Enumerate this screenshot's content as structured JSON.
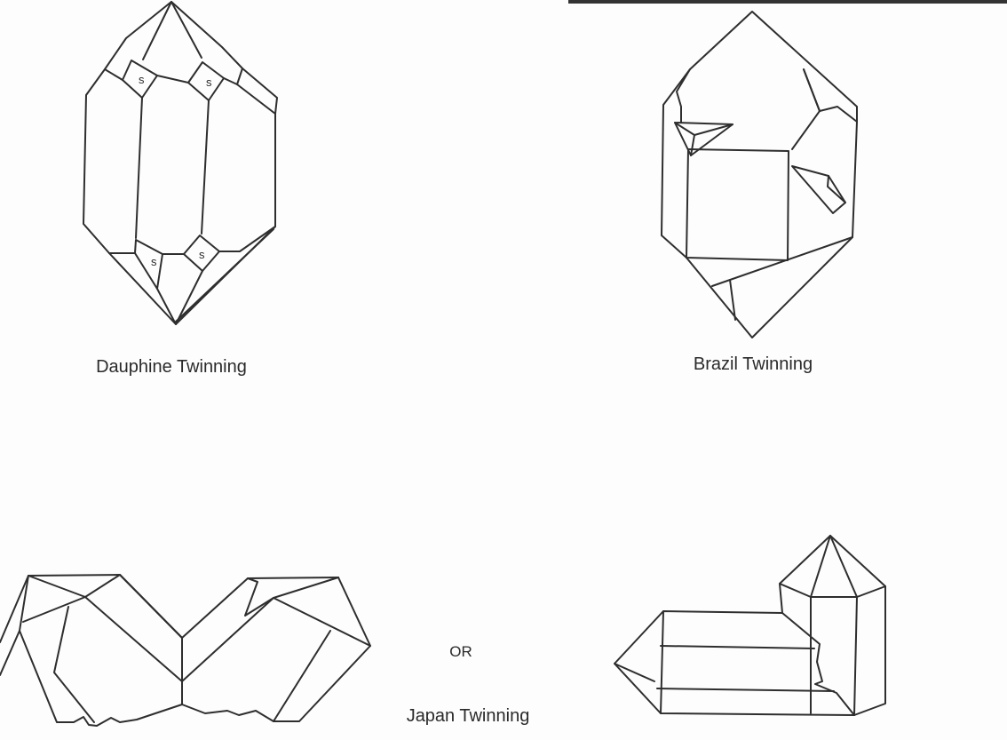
{
  "figures": {
    "dauphine": {
      "label": "Dauphine Twinning",
      "face_marks": [
        "s",
        "s",
        "s",
        "s"
      ]
    },
    "brazil": {
      "label": "Brazil Twinning"
    },
    "japan": {
      "label": "Japan Twinning",
      "separator": "OR"
    }
  }
}
